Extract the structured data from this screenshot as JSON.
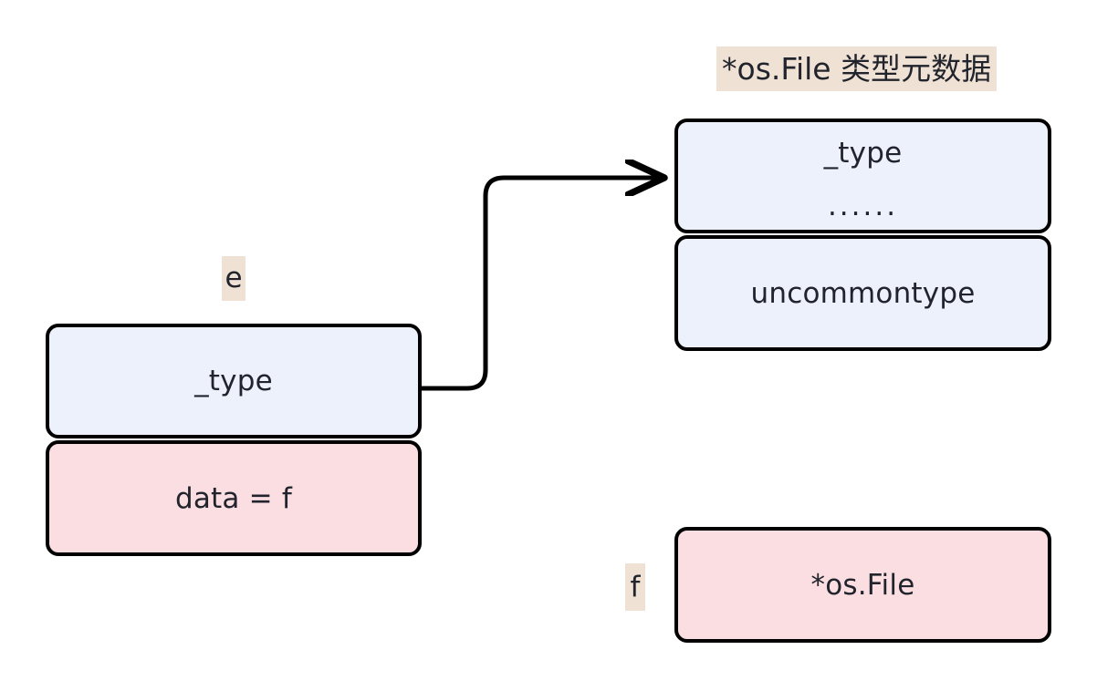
{
  "diagram": {
    "title_label": "*os.File 类型元数据",
    "variables": {
      "iface_label": "e",
      "concrete_label": "f"
    },
    "iface_struct": {
      "type_field": "_type",
      "data_field": "data = f"
    },
    "type_metadata": {
      "header_field": "_type",
      "ellipsis": "......",
      "uncommon_field": "uncommontype"
    },
    "concrete_value": {
      "type_name": "*os.File"
    },
    "arrow": {
      "name": "type-pointer-arrow"
    },
    "colors": {
      "box_blue": "#edf1fb",
      "box_pink": "#fbdee2",
      "highlight": "#efe1d3",
      "stroke": "#000000",
      "text": "#21242c",
      "background": "#ffffff"
    }
  }
}
